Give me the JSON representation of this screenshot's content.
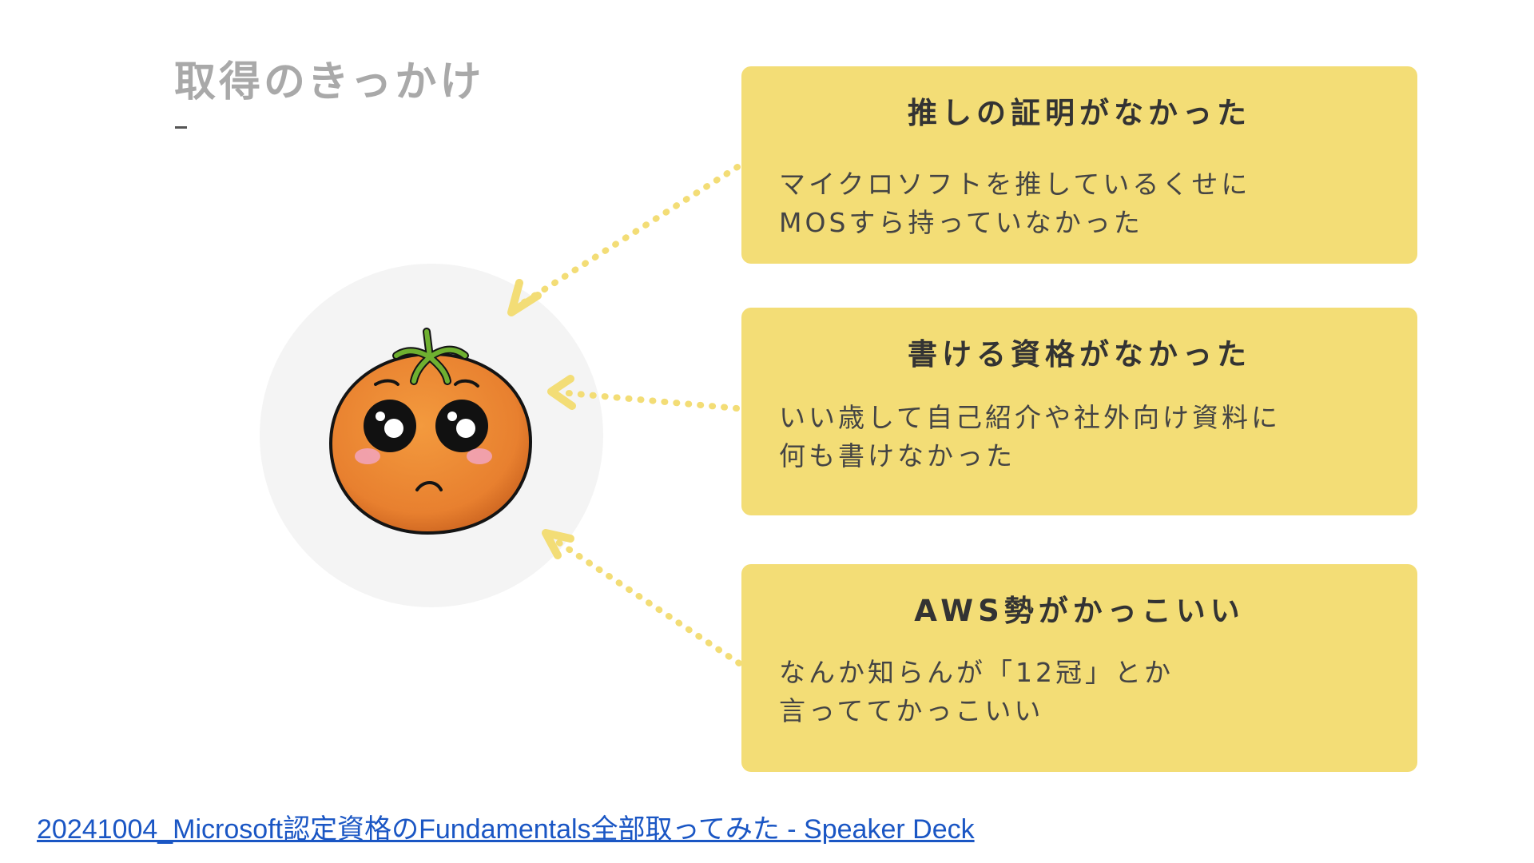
{
  "slide": {
    "title": "取得のきっかけ",
    "mascot_icon": "worried-orange-mascot-icon",
    "colors": {
      "card_background": "#f3dd76",
      "arrow": "#f3dd76",
      "title": "#a9a9a9",
      "mascot_orange": "#e8802f",
      "link": "#1a56c4"
    }
  },
  "cards": [
    {
      "title": "推しの証明がなかった",
      "lines": [
        "マイクロソフトを推しているくせに",
        "MOSすら持っていなかった"
      ]
    },
    {
      "title": "書ける資格がなかった",
      "lines": [
        "いい歳して自己紹介や社外向け資料に",
        "何も書けなかった"
      ]
    },
    {
      "title": "AWS勢がかっこいい",
      "lines": [
        "なんか知らんが「12冠」とか",
        "言っててかっこいい"
      ]
    }
  ],
  "footer": {
    "link_text": "20241004_Microsoft認定資格のFundamentals全部取ってみた - Speaker Deck"
  }
}
